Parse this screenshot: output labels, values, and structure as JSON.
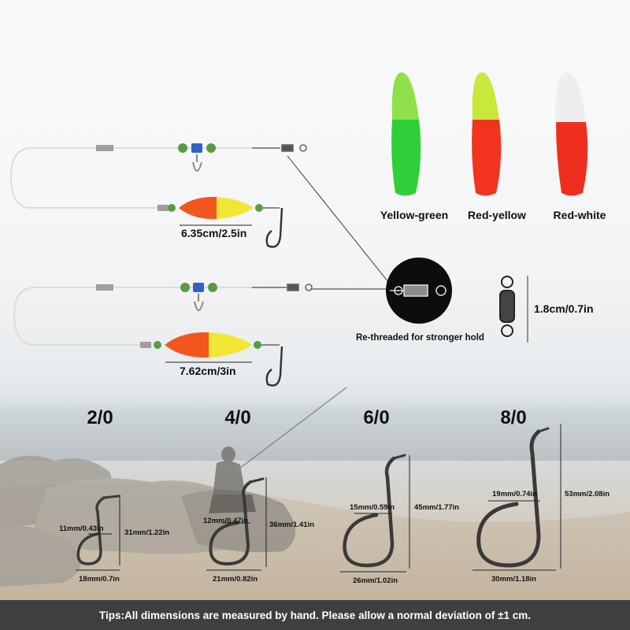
{
  "floats": [
    {
      "name": "Yellow-green",
      "top_color": "#8fe04a",
      "bottom_color": "#2fcf3a"
    },
    {
      "name": "Red-yellow",
      "top_color": "#c8e83a",
      "bottom_color": "#f2341e"
    },
    {
      "name": "Red-white",
      "top_color": "#eeeeee",
      "bottom_color": "#ee2f1f"
    }
  ],
  "rigs": [
    {
      "length_label": "6.35cm/2.5in"
    },
    {
      "length_label": "7.62cm/3in"
    }
  ],
  "swivel": {
    "caption": "Re-threaded for stronger hold",
    "size_label": "1.8cm/0.7in"
  },
  "hooks": [
    {
      "size": "2/0",
      "gap": "11mm/0.43in",
      "height": "31mm/1.22in",
      "width": "18mm/0.7in"
    },
    {
      "size": "4/0",
      "gap": "12mm/0.47in",
      "height": "36mm/1.41in",
      "width": "21mm/0.82in"
    },
    {
      "size": "6/0",
      "gap": "15mm/0.59in",
      "height": "45mm/1.77in",
      "width": "26mm/1.02in"
    },
    {
      "size": "8/0",
      "gap": "19mm/0.74in",
      "height": "53mm/2.08in",
      "width": "30mm/1.18in"
    }
  ],
  "tips": "Tips:All dimensions are measured by hand. Please allow a normal deviation of ±1 cm."
}
